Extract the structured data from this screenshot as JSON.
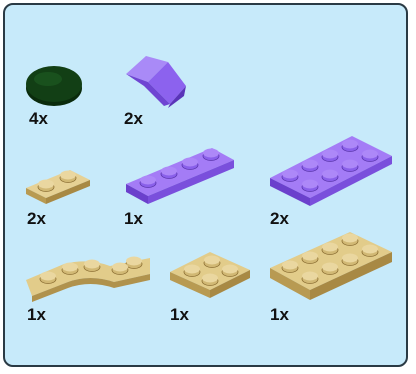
{
  "colors": {
    "panel_background": "#c7eafa",
    "panel_border": "#2a3a44",
    "dark_green": "#0f3a12",
    "tan": "#e2cc8a",
    "tan_stud": "#d8c07c",
    "tan_side": "#b89a52",
    "purple": "#9a6ff0",
    "purple_top": "#a47cf6",
    "purple_side": "#7348d4"
  },
  "parts": [
    {
      "name": "round tile 2x2, dark green",
      "quantity": "4x",
      "icon": "round-tile-icon"
    },
    {
      "name": "slope 1x2, medium lavender",
      "quantity": "2x",
      "icon": "slope-icon"
    },
    {
      "name": "plate 1x2, tan",
      "quantity": "2x",
      "icon": "plate-1x2-icon"
    },
    {
      "name": "plate 1x4, medium lavender",
      "quantity": "1x",
      "icon": "plate-1x4-icon"
    },
    {
      "name": "plate 2x4, medium lavender",
      "quantity": "2x",
      "icon": "plate-2x4-icon"
    },
    {
      "name": "curved plate, tan",
      "quantity": "1x",
      "icon": "curved-plate-icon"
    },
    {
      "name": "plate 2x2, tan",
      "quantity": "1x",
      "icon": "plate-2x2-icon"
    },
    {
      "name": "plate 2x4, tan",
      "quantity": "1x",
      "icon": "plate-2x4-tan-icon"
    }
  ]
}
